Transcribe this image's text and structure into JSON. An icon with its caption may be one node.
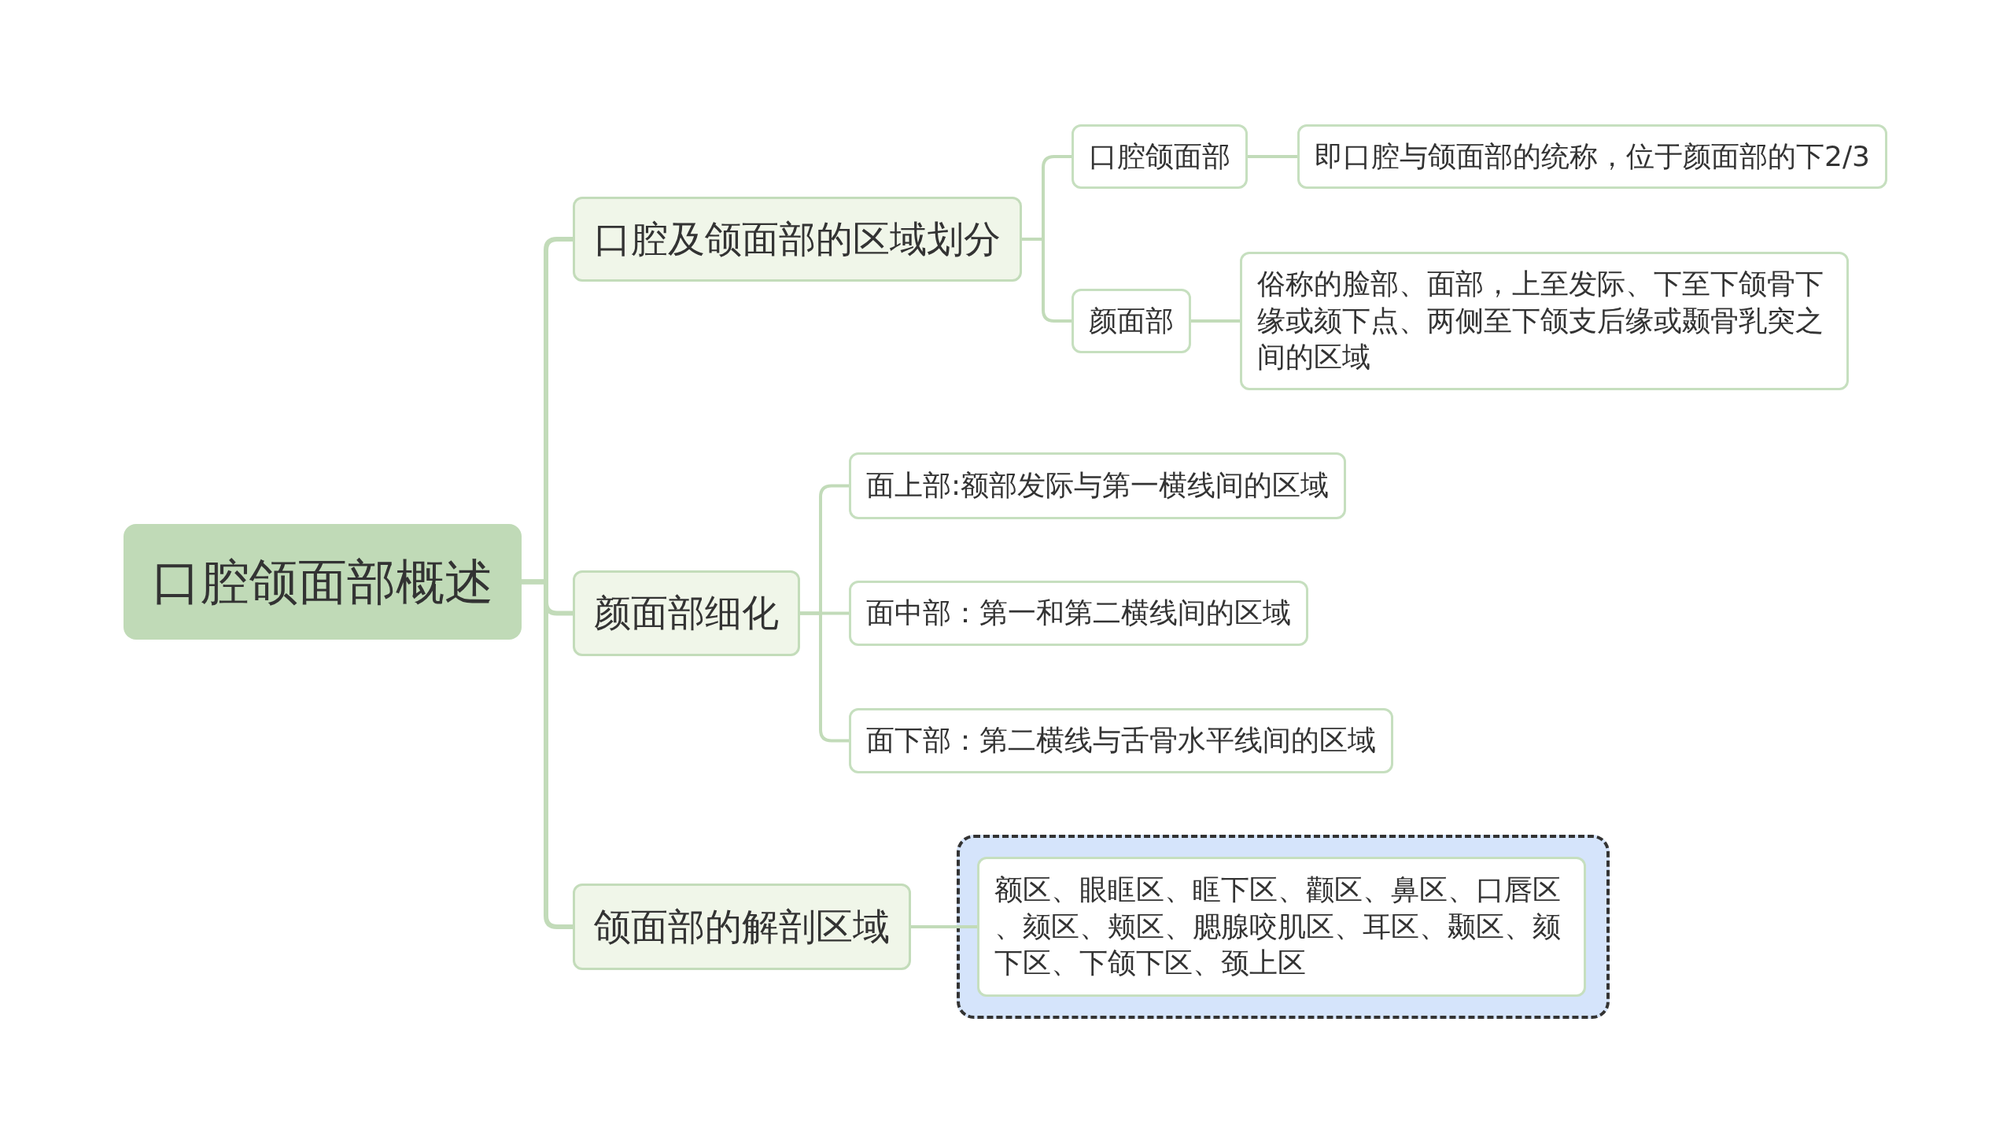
{
  "diagram": {
    "nodes": [
      {
        "text": [
          "口腔颌面部概述"
        ]
      },
      {
        "text": [
          "口腔及颌面部的区域划分"
        ]
      },
      {
        "text": [
          "口腔颌面部"
        ]
      },
      {
        "text": [
          "即口腔与颌面部的统称，位于颜面部的下2/3"
        ]
      },
      {
        "text": [
          "颜面部"
        ]
      },
      {
        "text": [
          "俗称的脸部、面部，上至发际、下至下颌骨下缘或颏下点、两侧至下颌支后缘或颞骨乳突之间的区域"
        ]
      },
      {
        "text": [
          "颜面部细化"
        ]
      },
      {
        "text": [
          "面上部:额部发际与第一横线间的区域"
        ]
      },
      {
        "text": [
          "面中部：第一和第二横线间的区域"
        ]
      },
      {
        "text": [
          "面下部：第二横线与舌骨水平线间的区域"
        ]
      },
      {
        "text": [
          "颌面部的解剖区域"
        ]
      },
      {
        "text": [],
        "shape": "box"
      },
      {
        "text": [
          "额区、眼眶区、眶下区、颧区、鼻区、口唇区、颏区、颊区、腮腺咬肌区、耳区、颞区、颏下区、下颌下区、颈上区"
        ],
        "in": 11
      }
    ],
    "edges": [
      {
        "from": 0,
        "to": 1,
        "arrow": "none"
      },
      {
        "from": 0,
        "to": 6,
        "arrow": "none"
      },
      {
        "from": 0,
        "to": 10,
        "arrow": "none"
      },
      {
        "from": 1,
        "to": 2,
        "arrow": "none"
      },
      {
        "from": 1,
        "to": 4,
        "arrow": "none"
      },
      {
        "from": 2,
        "to": 3,
        "arrow": "none"
      },
      {
        "from": 4,
        "to": 5,
        "arrow": "none"
      },
      {
        "from": 6,
        "to": 7,
        "arrow": "none"
      },
      {
        "from": 6,
        "to": 8,
        "arrow": "none"
      },
      {
        "from": 6,
        "to": 9,
        "arrow": "none"
      },
      {
        "from": 10,
        "to": 12,
        "arrow": "none"
      }
    ]
  }
}
